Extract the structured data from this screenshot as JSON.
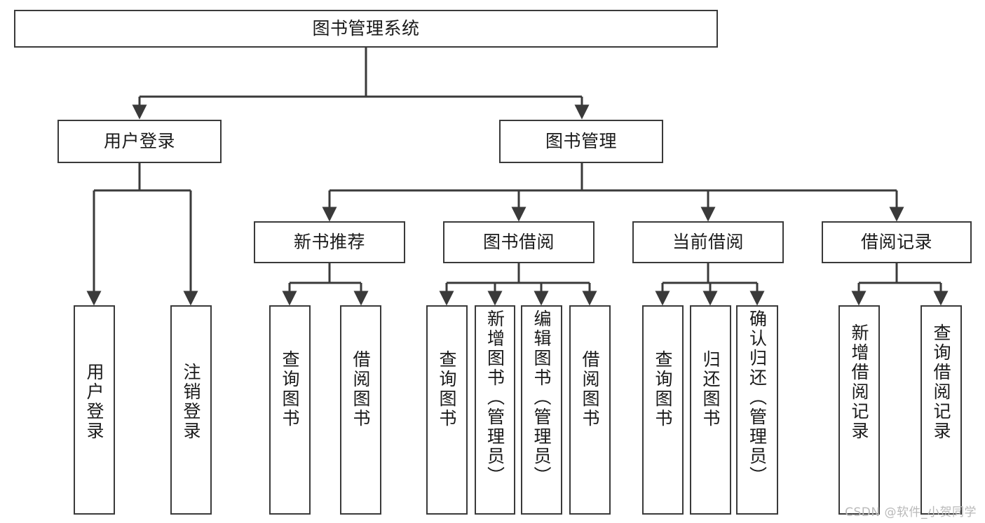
{
  "diagram": {
    "title": "图书管理系统",
    "type": "tree-hierarchy-chart",
    "orientation": "top-down",
    "watermark": "CSDN @软件_小贺同学",
    "colors": {
      "node_border": "#3a3a3a",
      "node_fill": "#ffffff",
      "edge": "#3a3a3a",
      "text": "#1a1a1a",
      "watermark": "#b9b9b9",
      "background": "#ffffff"
    },
    "nodes": {
      "root": {
        "label": "图书管理系统"
      },
      "level2": [
        {
          "id": "user-login",
          "label": "用户登录"
        },
        {
          "id": "book-management",
          "label": "图书管理"
        }
      ],
      "level3": [
        {
          "id": "new-book-recommend",
          "label": "新书推荐"
        },
        {
          "id": "book-borrow",
          "label": "图书借阅"
        },
        {
          "id": "current-borrow",
          "label": "当前借阅"
        },
        {
          "id": "borrow-record",
          "label": "借阅记录"
        }
      ],
      "leaves": {
        "user-login": [
          {
            "id": "leaf-user-login",
            "label": "用户登录"
          },
          {
            "id": "leaf-logout-login",
            "label": "注销登录"
          }
        ],
        "new-book-recommend": [
          {
            "id": "leaf-query-book-1",
            "label": "查询图书"
          },
          {
            "id": "leaf-borrow-book-1",
            "label": "借阅图书"
          }
        ],
        "book-borrow": [
          {
            "id": "leaf-query-book-2",
            "label": "查询图书"
          },
          {
            "id": "leaf-add-book-admin",
            "label": "新增图书（管理员）"
          },
          {
            "id": "leaf-edit-book-admin",
            "label": "编辑图书（管理员）"
          },
          {
            "id": "leaf-borrow-book-2",
            "label": "借阅图书"
          }
        ],
        "current-borrow": [
          {
            "id": "leaf-query-book-3",
            "label": "查询图书"
          },
          {
            "id": "leaf-return-book",
            "label": "归还图书"
          },
          {
            "id": "leaf-confirm-return-admin",
            "label": "确认归还（管理员）"
          }
        ],
        "borrow-record": [
          {
            "id": "leaf-add-borrow-record",
            "label": "新增借阅记录"
          },
          {
            "id": "leaf-query-borrow-record",
            "label": "查询借阅记录"
          }
        ]
      }
    }
  }
}
